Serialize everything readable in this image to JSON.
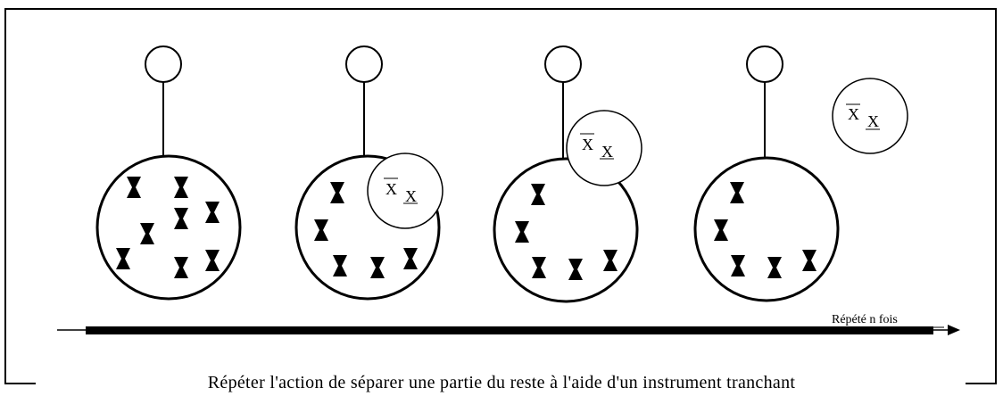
{
  "diagram": {
    "axis_label": "Répété n fois",
    "caption": "Répéter l'action de séparer une partie du reste à l'aide d'un instrument tranchant",
    "piece_label": "X_X",
    "colors": {
      "ink": "#000000",
      "background": "#ffffff"
    }
  }
}
